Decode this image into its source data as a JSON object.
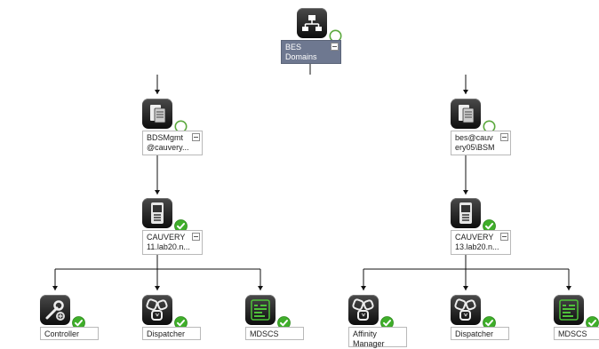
{
  "root": {
    "label": "BES\nDomains",
    "icon": "network-topology-icon",
    "status": "unknown"
  },
  "domains": [
    {
      "label": "BDSMgmt\n@cauvery...",
      "icon": "server-database-icon",
      "status": "unknown",
      "server": {
        "label": "CAUVERY\n11.lab20.n...",
        "icon": "blackberry-server-icon",
        "status": "ok",
        "components": [
          {
            "label": "Controller",
            "icon": "controller-icon",
            "status": "ok"
          },
          {
            "label": "Dispatcher",
            "icon": "dispatcher-icon",
            "status": "ok"
          },
          {
            "label": "MDSCS",
            "icon": "mdscs-icon",
            "status": "ok"
          }
        ]
      }
    },
    {
      "label": "bes@cauv\nery05\\BSM",
      "icon": "server-database-icon",
      "status": "unknown",
      "server": {
        "label": "CAUVERY\n13.lab20.n...",
        "icon": "blackberry-server-icon",
        "status": "ok",
        "components": [
          {
            "label": "Affinity\nManager",
            "icon": "affinity-manager-icon",
            "status": "ok"
          },
          {
            "label": "Dispatcher",
            "icon": "dispatcher-icon",
            "status": "ok"
          },
          {
            "label": "MDSCS",
            "icon": "mdscs-icon",
            "status": "ok"
          }
        ]
      }
    }
  ],
  "colors": {
    "ok": "#3fae2a",
    "unknown_ring": "#5aa83c",
    "root_label_bg": "#6e7890",
    "connector": "#111111"
  }
}
